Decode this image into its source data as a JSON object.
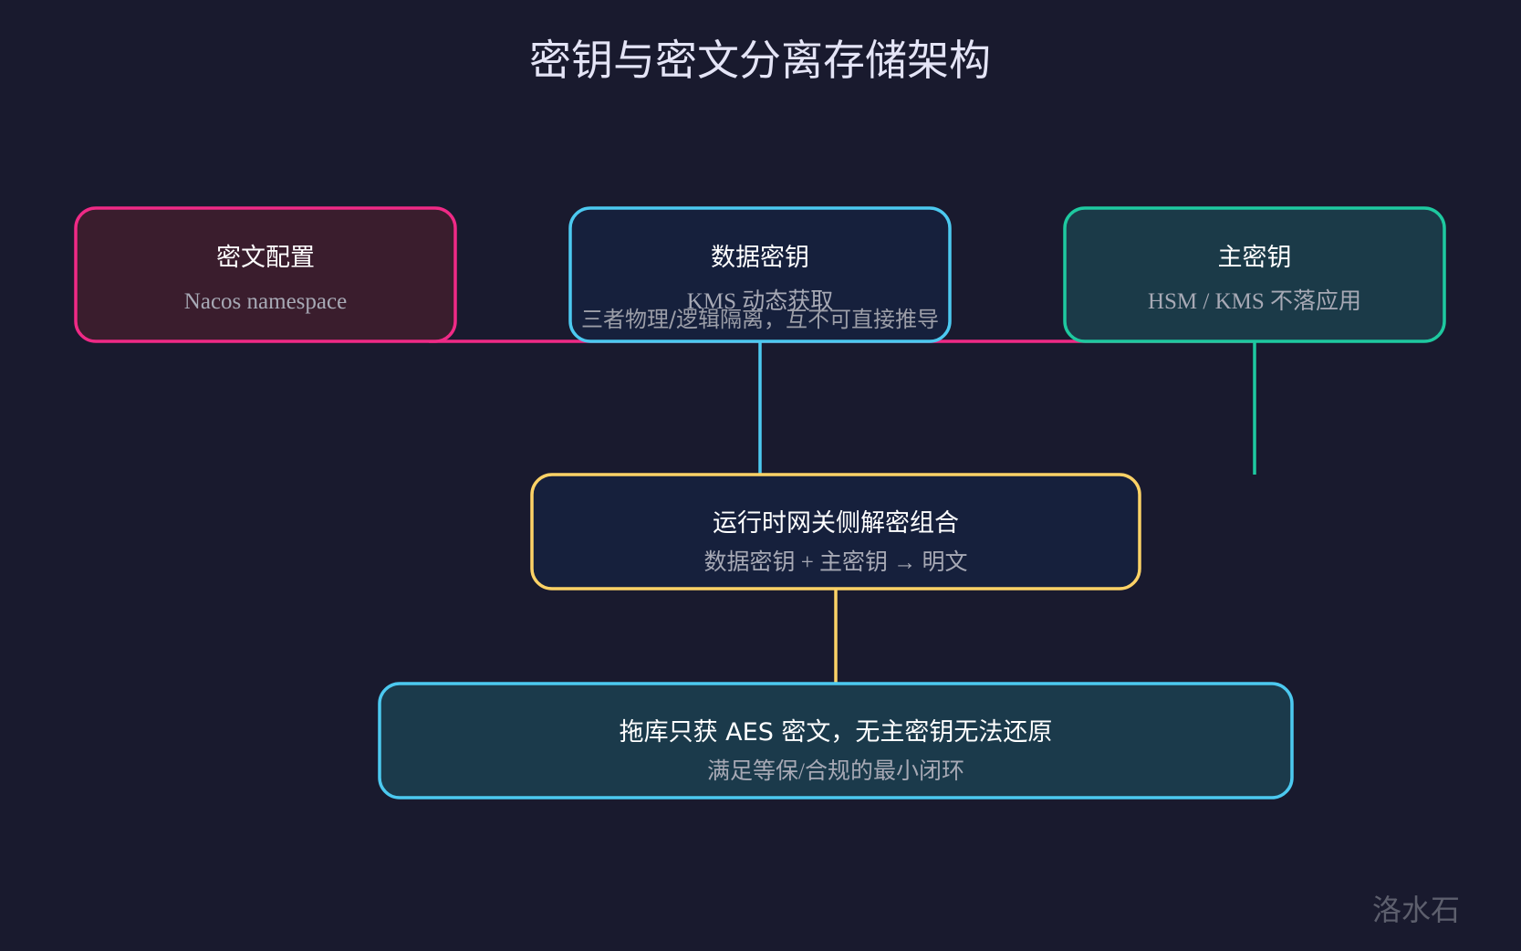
{
  "title": "密钥与密文分离存储架构",
  "watermark": "洛水石",
  "separation_note": "三者物理/逻辑隔离，互不可直接推导",
  "nodes": {
    "ciphertext_config": {
      "title": "密文配置",
      "subtitle": "Nacos namespace",
      "stroke": "#ef2a86",
      "fill": "#3a1d2d"
    },
    "data_key": {
      "title": "数据密钥",
      "subtitle": "KMS 动态获取",
      "stroke": "#4cc9f0",
      "fill": "#16203c"
    },
    "master_key": {
      "title": "主密钥",
      "subtitle": "HSM / KMS 不落应用",
      "stroke": "#1ec9a0",
      "fill": "#1b3a48"
    },
    "gateway_decrypt": {
      "title": "运行时网关侧解密组合",
      "subtitle": "数据密钥 + 主密钥 → 明文",
      "stroke": "#fcd266",
      "fill": "#16203c"
    },
    "result": {
      "title": "拖库只获 AES 密文，无主密钥无法还原",
      "subtitle": "满足等保/合规的最小闭环",
      "stroke": "#4cc9f0",
      "fill": "#1b3a4b"
    }
  },
  "connectors": {
    "isolation_line_color": "#ef2a86",
    "data_key_link_color": "#4cc9f0",
    "master_key_link_color": "#1ec9a0",
    "gateway_link_color": "#fcd266"
  }
}
